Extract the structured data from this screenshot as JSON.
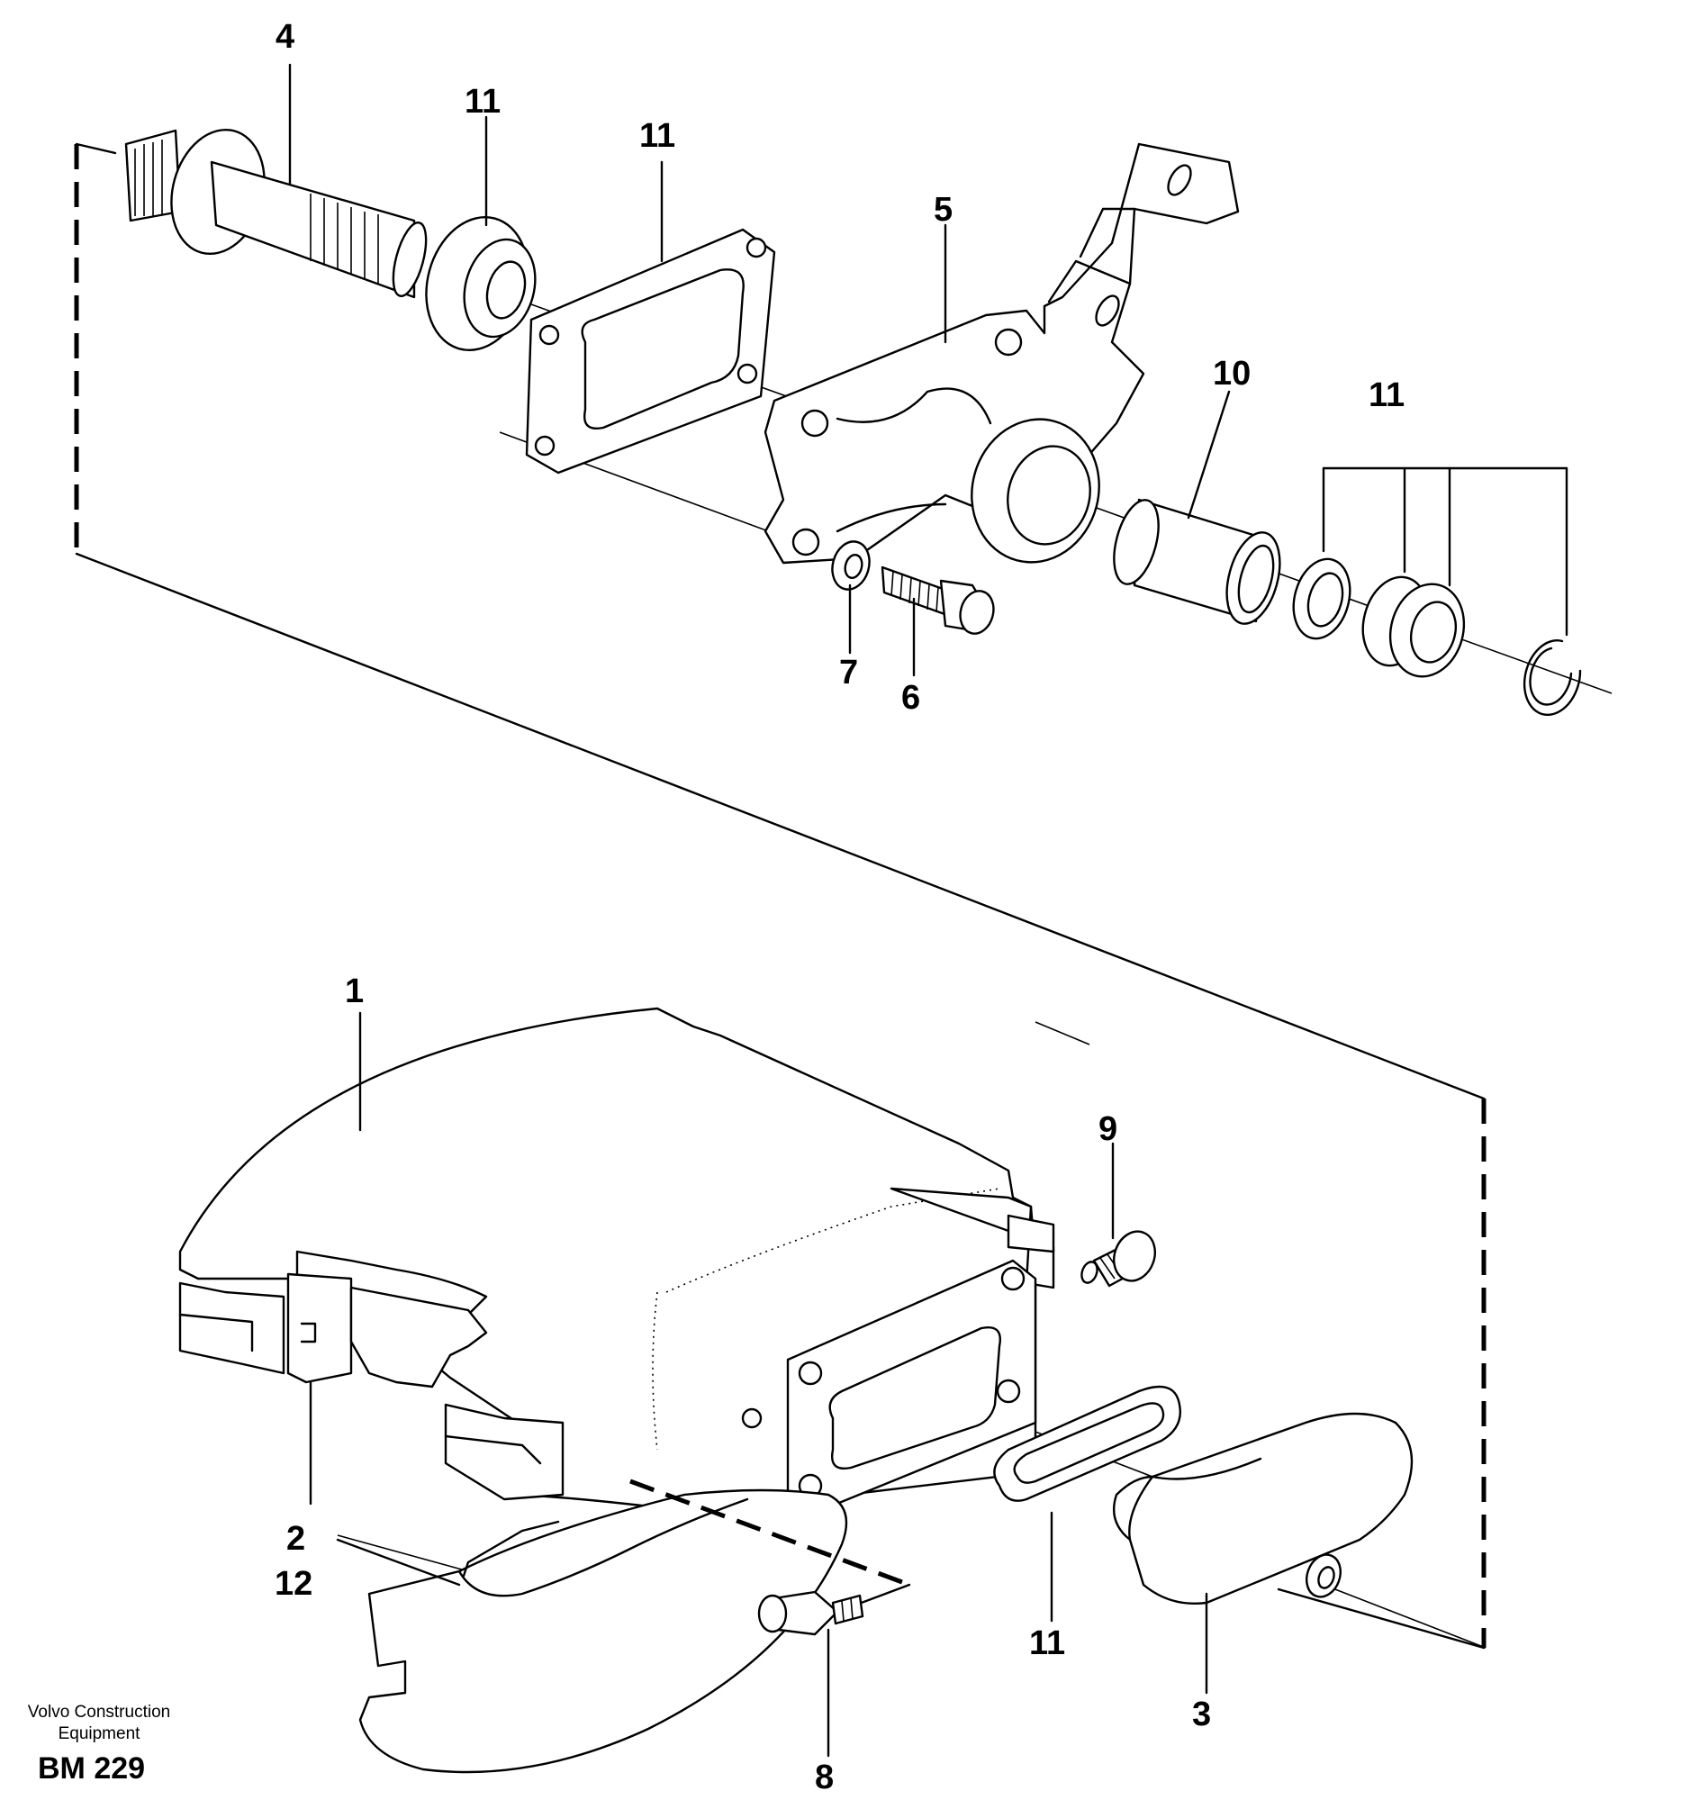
{
  "callouts": {
    "c4": "4",
    "c11a": "11",
    "c11b": "11",
    "c5": "5",
    "c10": "10",
    "c11c": "11",
    "c7": "7",
    "c6": "6",
    "c1": "1",
    "c9": "9",
    "c2": "2",
    "c12": "12",
    "c11d": "11",
    "c3": "3",
    "c8": "8"
  },
  "footer": {
    "brand_line1": "Volvo Construction",
    "brand_line2": "Equipment",
    "code": "BM 229"
  }
}
